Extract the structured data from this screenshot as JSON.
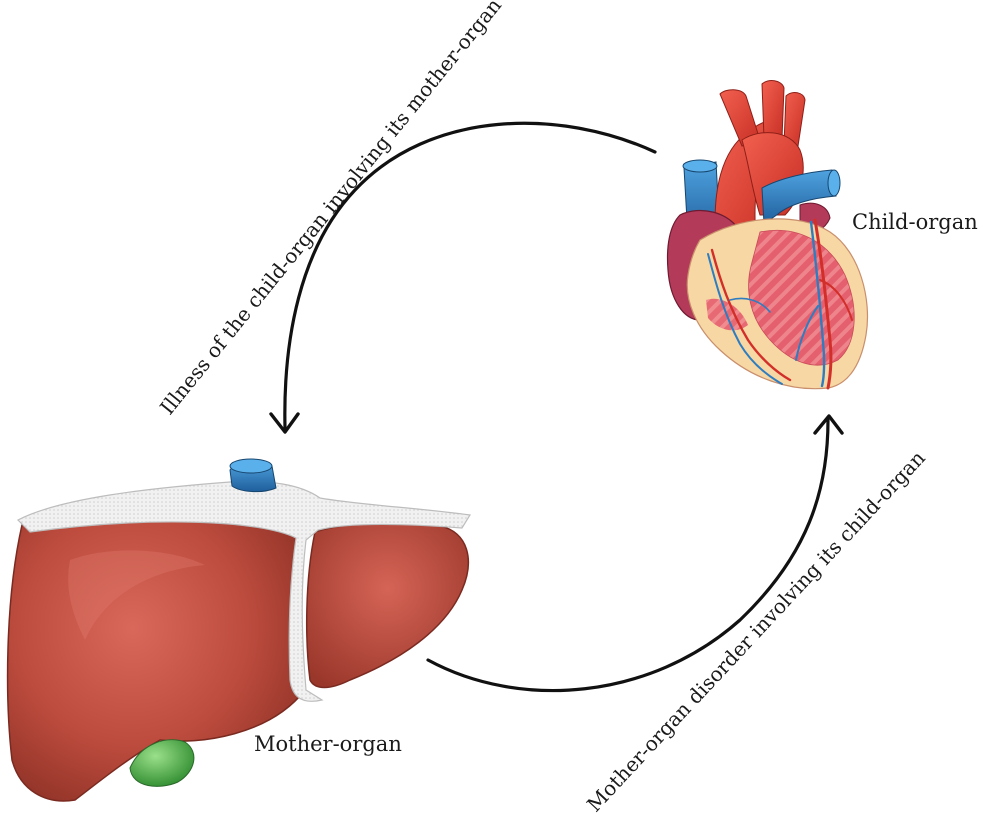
{
  "labels": {
    "child_organ": "Child-organ",
    "mother_organ": "Mother-organ",
    "arc_top": "Illness of the child-organ involving its mother-organ",
    "arc_bottom": "Mother-organ disorder involving its child-organ"
  },
  "organs": {
    "child": "heart",
    "mother": "liver"
  },
  "colors": {
    "arrow": "#111111",
    "liver": "#b4483a",
    "heart_red": "#e9453a",
    "vessel_blue": "#2f7dc1",
    "gallbladder": "#3ea63c"
  }
}
